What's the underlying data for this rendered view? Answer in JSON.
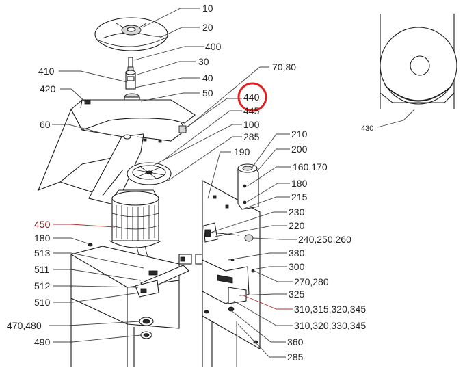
{
  "labels": [
    {
      "id": "10",
      "text": "10"
    },
    {
      "id": "20",
      "text": "20"
    },
    {
      "id": "400",
      "text": "400"
    },
    {
      "id": "30",
      "text": "30"
    },
    {
      "id": "40",
      "text": "40"
    },
    {
      "id": "50",
      "text": "50"
    },
    {
      "id": "410",
      "text": "410"
    },
    {
      "id": "420",
      "text": "420"
    },
    {
      "id": "60",
      "text": "60"
    },
    {
      "id": "7080",
      "text": "70,80"
    },
    {
      "id": "440",
      "text": "440"
    },
    {
      "id": "445",
      "text": "445"
    },
    {
      "id": "100",
      "text": "100"
    },
    {
      "id": "285a",
      "text": "285"
    },
    {
      "id": "190",
      "text": "190"
    },
    {
      "id": "210",
      "text": "210"
    },
    {
      "id": "200",
      "text": "200"
    },
    {
      "id": "160170",
      "text": "160,170"
    },
    {
      "id": "180r",
      "text": "180"
    },
    {
      "id": "215",
      "text": "215"
    },
    {
      "id": "230",
      "text": "230"
    },
    {
      "id": "220",
      "text": "220"
    },
    {
      "id": "240",
      "text": "240,250,260"
    },
    {
      "id": "450",
      "text": "450"
    },
    {
      "id": "180l",
      "text": "180"
    },
    {
      "id": "513",
      "text": "513"
    },
    {
      "id": "511",
      "text": "511"
    },
    {
      "id": "512",
      "text": "512"
    },
    {
      "id": "510",
      "text": "510"
    },
    {
      "id": "380",
      "text": "380"
    },
    {
      "id": "300",
      "text": "300"
    },
    {
      "id": "270280",
      "text": "270,280"
    },
    {
      "id": "325",
      "text": "325"
    },
    {
      "id": "310a",
      "text": "310,315,320,345"
    },
    {
      "id": "310b",
      "text": "310,320,330,345"
    },
    {
      "id": "470480",
      "text": "470,480"
    },
    {
      "id": "490",
      "text": "490"
    },
    {
      "id": "360",
      "text": "360"
    },
    {
      "id": "285b",
      "text": "285"
    },
    {
      "id": "430",
      "text": "430"
    }
  ],
  "highlight": {
    "label": "440",
    "color": "#e02020"
  },
  "colors": {
    "line": "#1a1a1a",
    "text": "#222222",
    "red_text": "#7a1010"
  }
}
